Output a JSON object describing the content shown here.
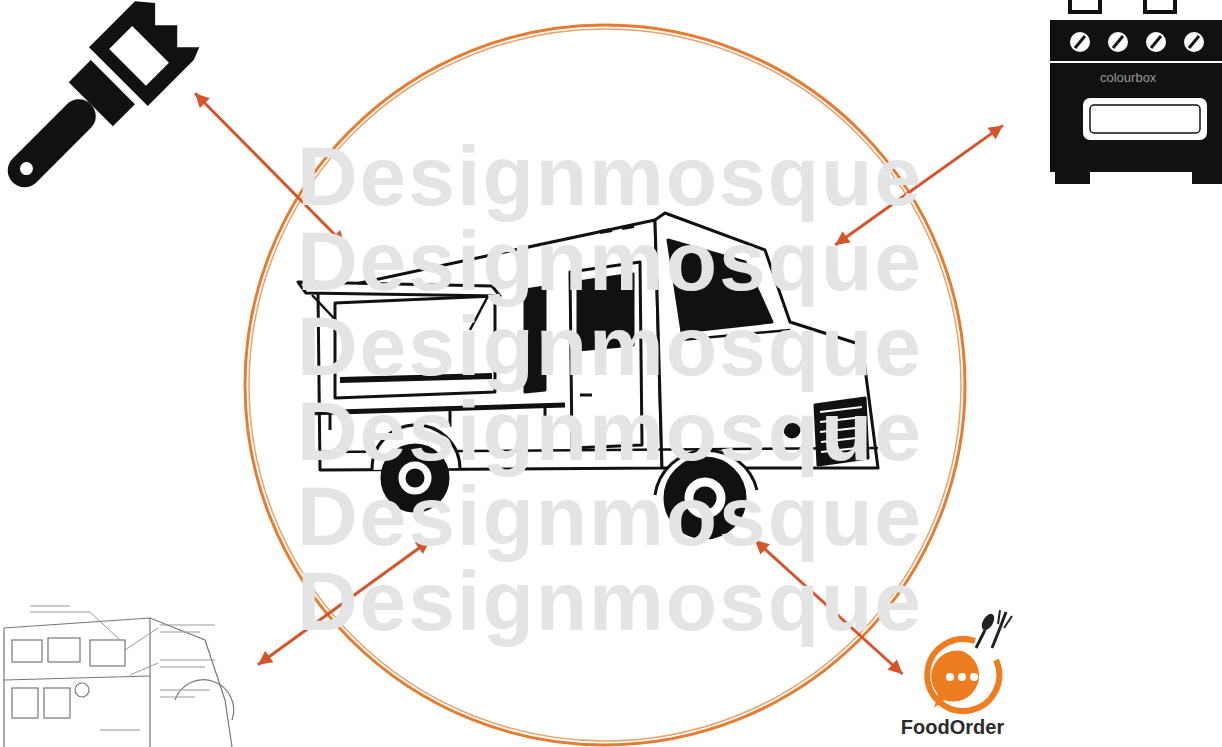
{
  "diagram": {
    "nodes": [
      {
        "text": []
      },
      {
        "text": []
      },
      {
        "text": []
      },
      {
        "text": []
      },
      {
        "text": [
          "FoodOrder"
        ]
      }
    ],
    "edges": [
      {
        "from": 2,
        "to": 0,
        "arrow": "both"
      },
      {
        "from": 2,
        "to": 1,
        "arrow": "both"
      },
      {
        "from": 2,
        "to": 3,
        "arrow": "both"
      },
      {
        "from": 2,
        "to": 4,
        "arrow": "both"
      }
    ],
    "labels": [
      "Designmosque",
      "Designmosque",
      "Designmosque",
      "Designmosque",
      "Designmosque",
      "Designmosque",
      "colourbox"
    ]
  }
}
